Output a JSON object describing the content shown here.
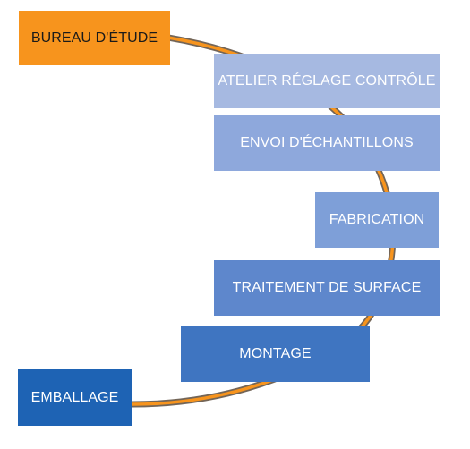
{
  "diagram": {
    "steps": [
      {
        "label": "BUREAU D'ÉTUDE",
        "color": "#F7941D"
      },
      {
        "label": "ATELIER RÉGLAGE CONTRÔLE",
        "color": "#A6B9E1"
      },
      {
        "label": "ENVOI D'ÉCHANTILLONS",
        "color": "#8EA8DC"
      },
      {
        "label": "FABRICATION",
        "color": "#7E9FD8"
      },
      {
        "label": "TRAITEMENT DE SURFACE",
        "color": "#5E87CC"
      },
      {
        "label": "MONTAGE",
        "color": "#3F75C1"
      },
      {
        "label": "EMBALLAGE",
        "color": "#1E63B4"
      }
    ],
    "connector_color": "#F7941D",
    "connector_shadow": "#5A4A3A"
  }
}
